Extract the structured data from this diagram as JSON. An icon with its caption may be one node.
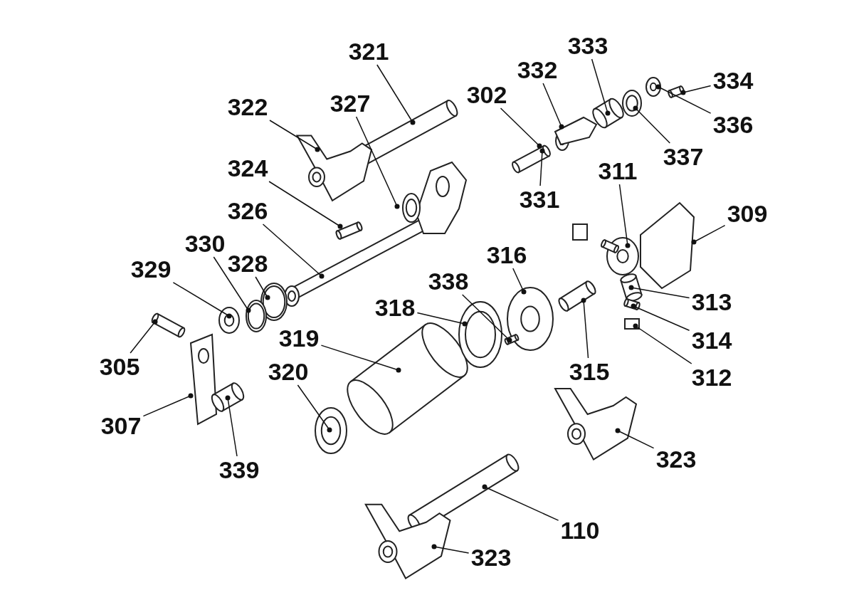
{
  "diagram": {
    "nodes": [
      {
        "text": [
          "321"
        ]
      },
      {
        "text": [
          "333"
        ]
      },
      {
        "text": [
          "332"
        ]
      },
      {
        "text": [
          "334"
        ]
      },
      {
        "text": [
          "322"
        ]
      },
      {
        "text": [
          "327"
        ]
      },
      {
        "text": [
          "302"
        ]
      },
      {
        "text": [
          "336"
        ]
      },
      {
        "text": [
          "337"
        ]
      },
      {
        "text": [
          "324"
        ]
      },
      {
        "text": [
          "311"
        ]
      },
      {
        "text": [
          "331"
        ]
      },
      {
        "text": [
          "326"
        ]
      },
      {
        "text": [
          "309"
        ]
      },
      {
        "text": [
          "330"
        ]
      },
      {
        "text": [
          "316"
        ]
      },
      {
        "text": [
          "328"
        ]
      },
      {
        "text": [
          "338"
        ]
      },
      {
        "text": [
          "329"
        ]
      },
      {
        "text": [
          "318"
        ]
      },
      {
        "text": [
          "313"
        ]
      },
      {
        "text": [
          "319"
        ]
      },
      {
        "text": [
          "314"
        ]
      },
      {
        "text": [
          "315"
        ]
      },
      {
        "text": [
          "305"
        ]
      },
      {
        "text": [
          "312"
        ]
      },
      {
        "text": [
          "320"
        ]
      },
      {
        "text": [
          "307"
        ]
      },
      {
        "text": [
          "323"
        ]
      },
      {
        "text": [
          "339"
        ]
      },
      {
        "text": [
          "110"
        ]
      },
      {
        "text": [
          "323"
        ]
      }
    ],
    "edges": [
      {
        "from": 0,
        "to": null,
        "arrow": "other"
      },
      {
        "from": 1,
        "to": null,
        "arrow": "other"
      },
      {
        "from": 2,
        "to": null,
        "arrow": "other"
      },
      {
        "from": 3,
        "to": null,
        "arrow": "other"
      },
      {
        "from": 4,
        "to": null,
        "arrow": "other"
      },
      {
        "from": 5,
        "to": null,
        "arrow": "other"
      },
      {
        "from": 6,
        "to": null,
        "arrow": "other"
      },
      {
        "from": 7,
        "to": null,
        "arrow": "other"
      },
      {
        "from": 8,
        "to": null,
        "arrow": "other"
      },
      {
        "from": 9,
        "to": null,
        "arrow": "other"
      },
      {
        "from": 10,
        "to": null,
        "arrow": "other"
      },
      {
        "from": 11,
        "to": null,
        "arrow": "other"
      },
      {
        "from": 12,
        "to": null,
        "arrow": "other"
      },
      {
        "from": 13,
        "to": null,
        "arrow": "other"
      },
      {
        "from": 14,
        "to": null,
        "arrow": "other"
      },
      {
        "from": 15,
        "to": null,
        "arrow": "other"
      },
      {
        "from": 16,
        "to": null,
        "arrow": "other"
      },
      {
        "from": 17,
        "to": null,
        "arrow": "other"
      },
      {
        "from": 18,
        "to": null,
        "arrow": "other"
      },
      {
        "from": 19,
        "to": null,
        "arrow": "other"
      },
      {
        "from": 20,
        "to": null,
        "arrow": "other"
      },
      {
        "from": 21,
        "to": null,
        "arrow": "other"
      },
      {
        "from": 22,
        "to": null,
        "arrow": "other"
      },
      {
        "from": 23,
        "to": null,
        "arrow": "other"
      },
      {
        "from": 24,
        "to": null,
        "arrow": "other"
      },
      {
        "from": 25,
        "to": null,
        "arrow": "other"
      },
      {
        "from": 26,
        "to": null,
        "arrow": "other"
      },
      {
        "from": 27,
        "to": null,
        "arrow": "other"
      },
      {
        "from": 28,
        "to": null,
        "arrow": "other"
      },
      {
        "from": 29,
        "to": null,
        "arrow": "other"
      },
      {
        "from": 30,
        "to": null,
        "arrow": "other"
      },
      {
        "from": 31,
        "to": null,
        "arrow": "other"
      }
    ]
  }
}
